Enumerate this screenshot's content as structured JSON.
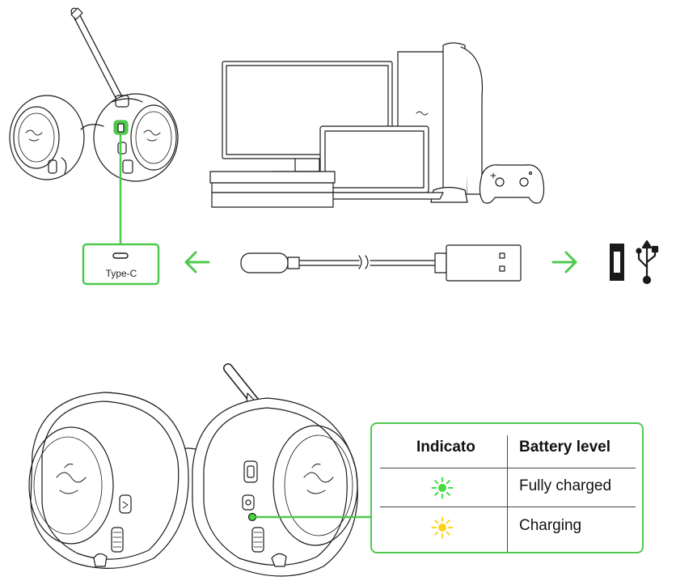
{
  "connection": {
    "port_label": "Type-C"
  },
  "indicator_table": {
    "header_indicator": "Indicato",
    "header_battery": "Battery level",
    "rows": [
      {
        "led_color": "#45d945",
        "led_icon": "green-led-icon",
        "battery_level": "Fully charged"
      },
      {
        "led_color": "#ffd21f",
        "led_icon": "yellow-led-icon",
        "battery_level": "Charging"
      }
    ]
  },
  "colors": {
    "accent_green": "#4ec94e",
    "line": "#1a1a1a"
  }
}
